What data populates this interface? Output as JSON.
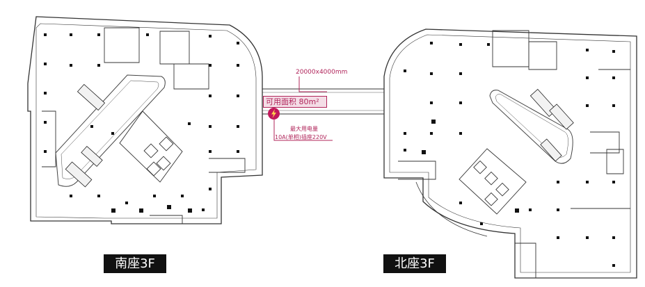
{
  "annotations": {
    "dimension": "20000x4000mm",
    "usable_area": "可用面积 80m²",
    "power_line1": "最大用电量",
    "power_line2": "10A(单相)插座220V",
    "accent_color": "#b0245a",
    "power_icon": "lightning-icon"
  },
  "floors": {
    "south_label": "南座3F",
    "north_label": "北座3F"
  }
}
